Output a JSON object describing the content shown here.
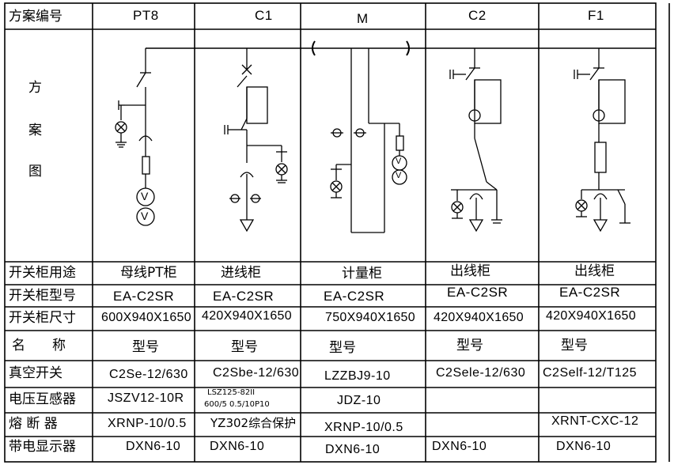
{
  "header": {
    "label": "方案编号",
    "schemes": [
      "PT8",
      "C1",
      "M",
      "C2",
      "F1"
    ]
  },
  "diagram_label": [
    "方",
    "案",
    "图"
  ],
  "row_labels": {
    "usage": "开关柜用途",
    "model": "开关柜型号",
    "size": "开关柜尺寸",
    "name": "名　　称",
    "vacuum_switch": "真空开关",
    "voltage_transformer": "电压互感器",
    "fuse": "熔 断 器",
    "live_indicator": "带电显示器"
  },
  "usage": [
    "母线PT柜",
    "进线柜",
    "计量柜",
    "出线柜",
    "出线柜"
  ],
  "model": [
    "EA-C2SR",
    "EA-C2SR",
    "EA-C2SR",
    "EA-C2SR",
    "EA-C2SR"
  ],
  "size": [
    "600X940X1650",
    "420X940X1650",
    "750X940X1650",
    "420X940X1650",
    "420X940X1650"
  ],
  "type_label": [
    "型号",
    "型号",
    "型号",
    "型号",
    "型号"
  ],
  "vacuum_switch": [
    "C2Se-12/630",
    "C2Sbe-12/630",
    "LZZBJ9-10",
    "C2Sele-12/630",
    "C2Self-12/T125"
  ],
  "voltage_transformer": {
    "pt8": "JSZV12-10R",
    "c1_line1": "LSZ125-82II",
    "c1_line2": "600/5 0.5/10P10",
    "m": "JDZ-10"
  },
  "fuse": {
    "pt8": "XRNP-10/0.5",
    "c1": "YZ302综合保护",
    "m": "XRNP-10/0.5",
    "f1": "XRNT-CXC-12"
  },
  "live_indicator": [
    "DXN6-10",
    "DXN6-10",
    "DXN6-10",
    "DXN6-10",
    "DXN6-10"
  ],
  "meter_letters": [
    "V",
    "V"
  ]
}
